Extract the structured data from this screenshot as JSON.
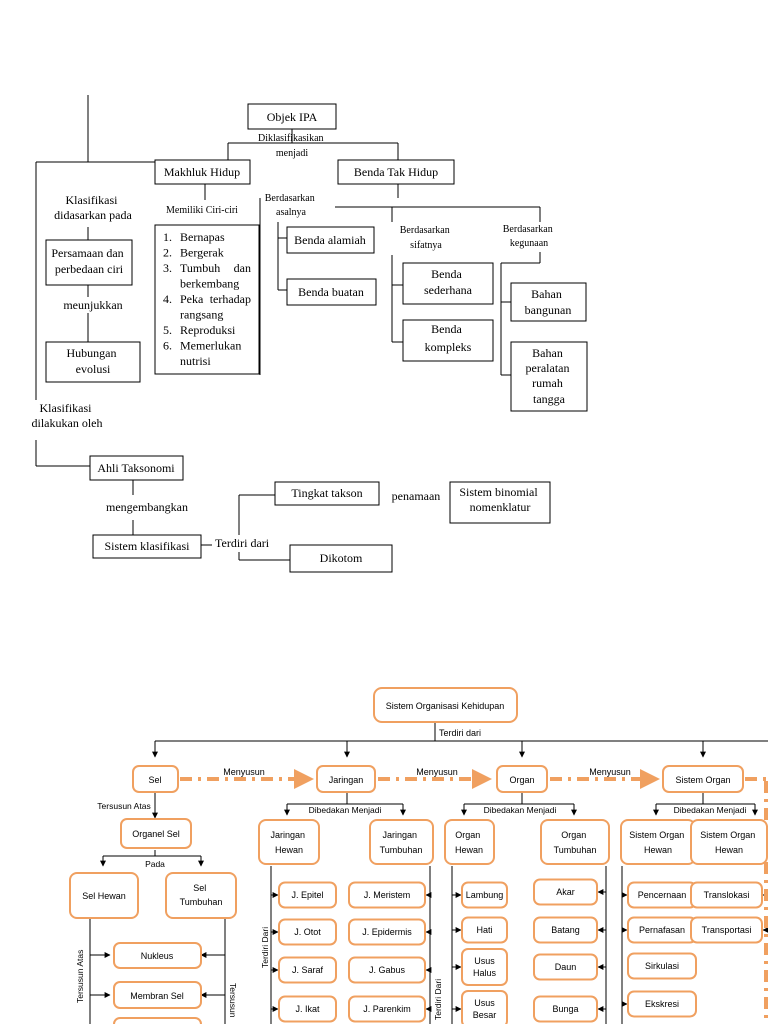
{
  "top": {
    "objek_ipa": "Objek IPA",
    "diklasifikasikan": [
      "Diklasifikasikan",
      "menjadi"
    ],
    "makhluk_hidup": "Makhluk Hidup",
    "benda_tak_hidup": "Benda Tak Hidup",
    "klasifikasi_dasar": [
      "Klasifikasi",
      "didasarkan pada"
    ],
    "persamaan": [
      "Persamaan dan",
      "perbedaan ciri"
    ],
    "meunjukkan": "meunjukkan",
    "hubungan": [
      "Hubungan",
      "evolusi"
    ],
    "memiliki_ciri": "Memiliki Ciri-ciri",
    "ciri_list": [
      [
        "1.",
        "Bernapas"
      ],
      [
        "2.",
        "Bergerak"
      ],
      [
        "3.",
        "Tumbuh",
        "dan"
      ],
      [
        "",
        "berkembang"
      ],
      [
        "4.",
        "Peka",
        "terhadap"
      ],
      [
        "",
        "rangsang"
      ],
      [
        "5.",
        "Reproduksi"
      ],
      [
        "6.",
        "Memerlukan"
      ],
      [
        "",
        "nutrisi"
      ]
    ],
    "berdasarkan_asalnya": [
      "Berdasarkan",
      "asalnya"
    ],
    "benda_alamiah": "Benda alamiah",
    "benda_buatan": "Benda buatan",
    "berdasarkan_sifatnya": [
      "Berdasarkan",
      "sifatnya"
    ],
    "benda_sederhana": [
      "Benda",
      "sederhana"
    ],
    "benda_kompleks": [
      "Benda",
      "kompleks"
    ],
    "berdasarkan_kegunaan": [
      "Berdasarkan",
      "kegunaan"
    ],
    "bahan_bangunan": [
      "Bahan",
      "bangunan"
    ],
    "bahan_peralatan": [
      "Bahan",
      "peralatan",
      "rumah",
      "tangga"
    ],
    "klasifikasi_oleh": [
      "Klasifikasi",
      "dilakukan oleh"
    ],
    "ahli_taksonomi": "Ahli Taksonomi",
    "mengembangkan": "mengembangkan",
    "sistem_klasifikasi": "Sistem klasifikasi",
    "terdiri_dari": "Terdiri dari",
    "tingkat_takson": "Tingkat takson",
    "penamaan": "penamaan",
    "sistem_binomial": [
      "Sistem binomial",
      "nomenklatur"
    ],
    "dikotom": "Dikotom"
  },
  "bottom": {
    "root": "Sistem Organisasi Kehidupan",
    "terdiri_dari": "Terdiri dari",
    "menyusun": "Menyusun",
    "sel": "Sel",
    "jaringan": "Jaringan",
    "organ": "Organ",
    "sistem_organ": "Sistem Organ",
    "tersusun_atas": "Tersusun Atas",
    "organel_sel": "Organel Sel",
    "pada": "Pada",
    "sel_hewan": "Sel Hewan",
    "sel_tumbuhan": [
      "Sel",
      "Tumbuhan"
    ],
    "tersusun_atas_v": "Tersusun Atas",
    "tersusun_v": "Tersusun",
    "organel_items": [
      "Nukleus",
      "Membran Sel"
    ],
    "dibedakan_menjadi": "Dibedakan Menjadi",
    "jaringan_hewan": [
      "Jaringan",
      "Hewan"
    ],
    "jaringan_tumbuhan": [
      "Jaringan",
      "Tumbuhan"
    ],
    "terdiri_dari_v": "Terdiri Dari",
    "jh_items": [
      "J. Epitel",
      "J. Otot",
      "J. Saraf",
      "J. Ikat"
    ],
    "jt_items": [
      "J. Meristem",
      "J. Epidermis",
      "J. Gabus",
      "J. Parenkim"
    ],
    "organ_hewan": [
      "Organ",
      "Hewan"
    ],
    "organ_tumbuhan": [
      "Organ",
      "Tumbuhan"
    ],
    "oh_items": [
      [
        "Lambung"
      ],
      [
        "Hati"
      ],
      [
        "Usus",
        "Halus"
      ],
      [
        "Usus",
        "Besar"
      ]
    ],
    "ot_items": [
      "Akar",
      "Batang",
      "Daun",
      "Bunga"
    ],
    "sistem_organ_hewan": [
      "Sistem Organ",
      "Hewan"
    ],
    "soh_items": [
      "Pencernaan",
      "Pernafasan",
      "Sirkulasi",
      "Ekskresi"
    ],
    "sot_items": [
      "Translokasi",
      "Transportasi"
    ]
  }
}
